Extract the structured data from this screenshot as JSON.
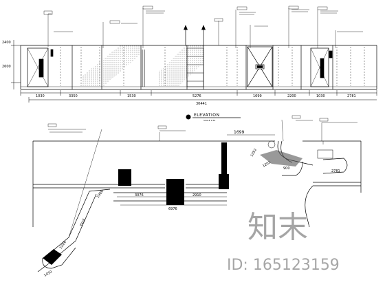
{
  "elevation": {
    "heights": [
      "2400",
      "2600"
    ],
    "dimensions": [
      "1030",
      "3350",
      "1530",
      "5276",
      "1699",
      "2200",
      "1030",
      "2781"
    ],
    "total": "30441",
    "title": "ELEVATION",
    "title_scale": "SCALE 1:50"
  },
  "plan": {
    "dimensions": {
      "d1699": "1699",
      "d3076": "3076",
      "d2910": "2910",
      "d6976": "6976",
      "d2781": "2781",
      "d900": "900",
      "d1201": "1201",
      "d1052": "1052",
      "d1969": "1969",
      "d3926": "3926",
      "d1026": "1026",
      "d1450": "1450"
    }
  },
  "watermark": {
    "logo_text": "知末",
    "id_text": "ID: 165123159"
  }
}
